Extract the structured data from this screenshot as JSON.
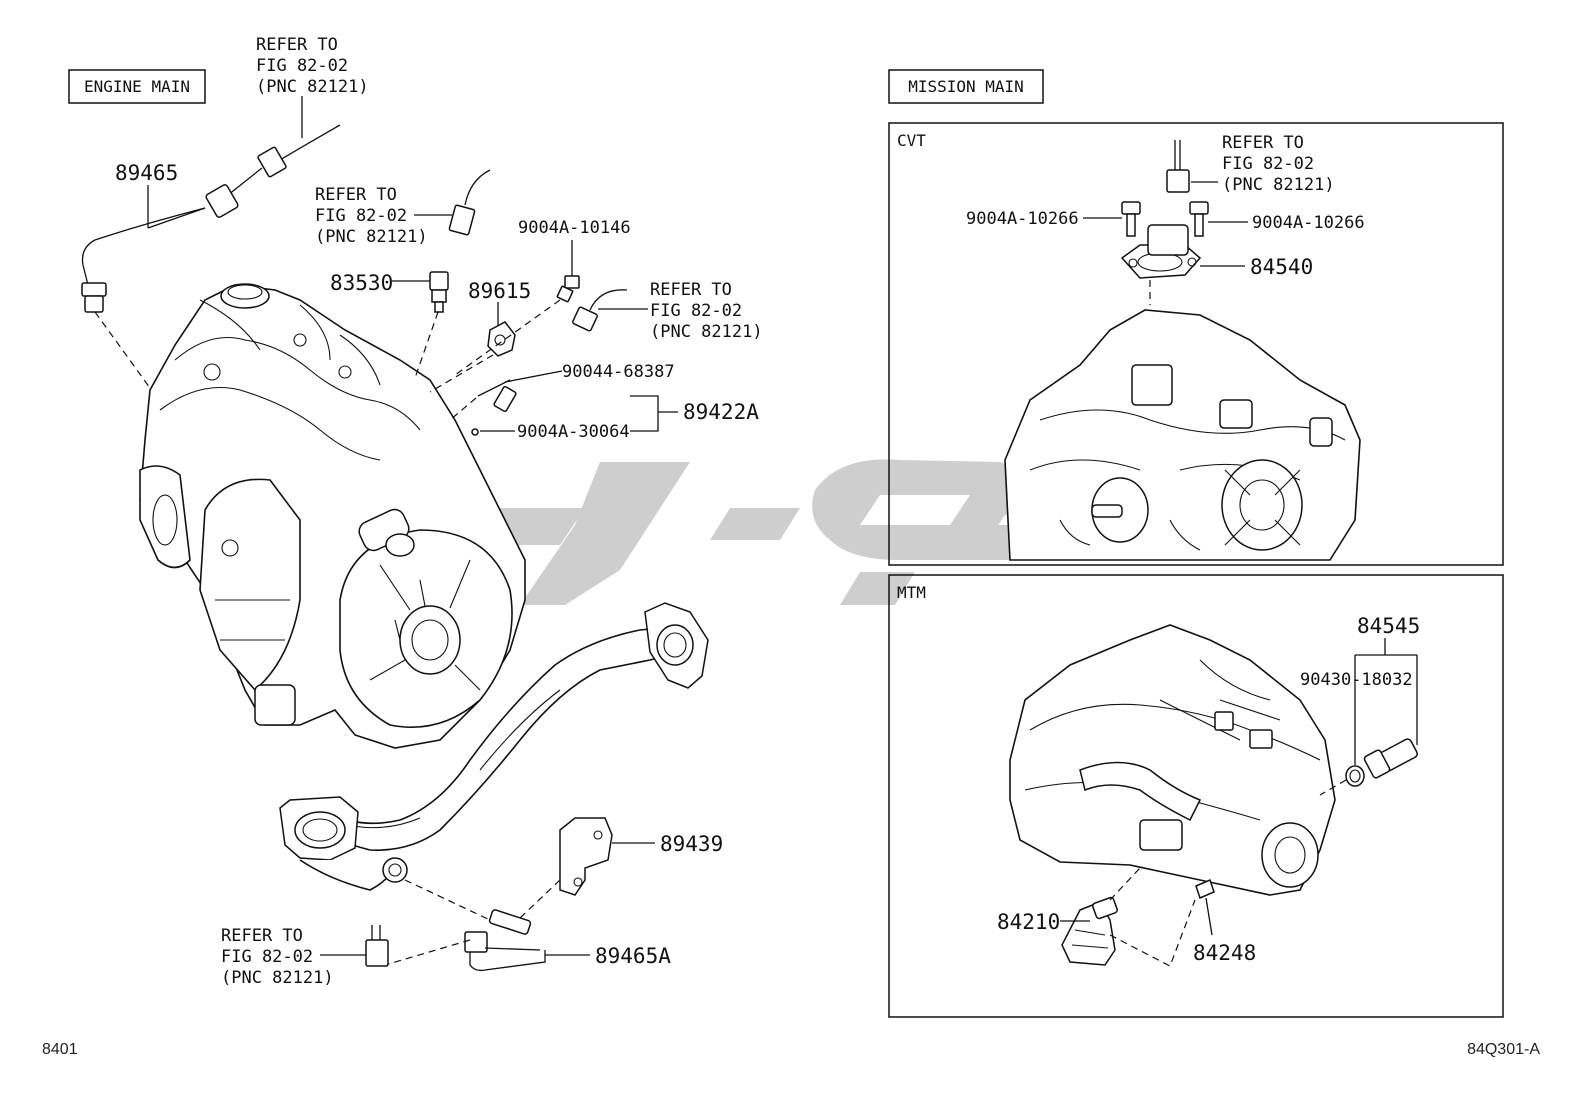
{
  "sections": {
    "engine_main": "ENGINE MAIN",
    "mission_main": "MISSION MAIN",
    "cvt": "CVT",
    "mtm": "MTM"
  },
  "refer": {
    "line1": "REFER TO",
    "line2": "FIG 82-02",
    "line3": "(PNC 82121)"
  },
  "parts": {
    "p89465": "89465",
    "p83530": "83530",
    "p89615": "89615",
    "p9004A_10146": "9004A-10146",
    "p90044_68387": "90044-68387",
    "p89422A": "89422A",
    "p9004A_30064": "9004A-30064",
    "p89439": "89439",
    "p89465A": "89465A",
    "p9004A_10266": "9004A-10266",
    "p84540": "84540",
    "p84545": "84545",
    "p90430_18032": "90430-18032",
    "p84210": "84210",
    "p84248": "84248"
  },
  "footer": {
    "left_code": "8401",
    "right_code": "84Q301-A"
  },
  "colors": {
    "line": "#111111",
    "watermark": "#c9c9c9"
  }
}
